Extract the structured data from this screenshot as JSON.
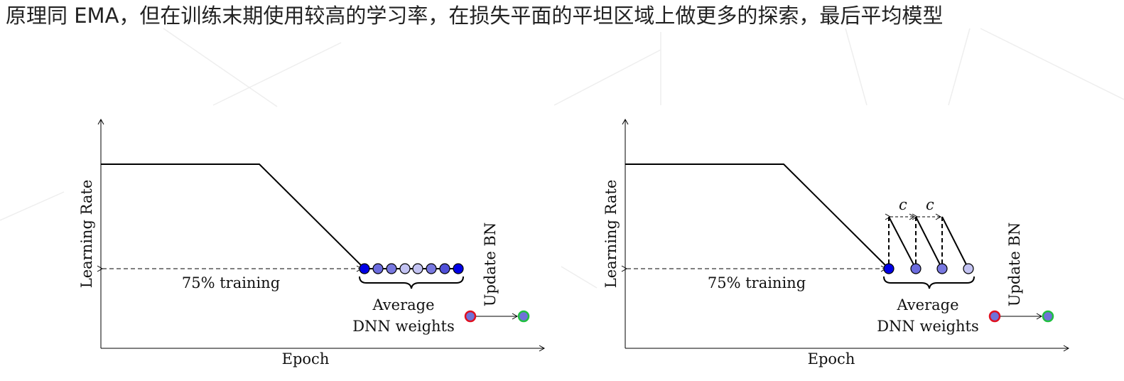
{
  "caption": "原理同 EMA，但在训练末期使用较高的学习率，在损失平面的平坦区域上做更多的探索，最后平均模型",
  "colors": {
    "curve": "#000000",
    "point_dark": "#0000e6",
    "point_mid": "#6c6cde",
    "point_light": "#c3c3f2",
    "bn_ring_before": "#e01020",
    "bn_ring_after": "#20c040",
    "bn_fill": "#6f72d8"
  },
  "figures": {
    "left": {
      "ylabel": "Learning Rate",
      "xlabel": "Epoch",
      "training_label": "75% training",
      "average_label_line1": "Average",
      "average_label_line2": "DNN weights",
      "update_label": "Update BN"
    },
    "right": {
      "ylabel": "Learning Rate",
      "xlabel": "Epoch",
      "training_label": "75% training",
      "average_label_line1": "Average",
      "average_label_line2": "DNN weights",
      "update_label": "Update BN",
      "cycle_label_1": "c",
      "cycle_label_2": "c"
    }
  }
}
